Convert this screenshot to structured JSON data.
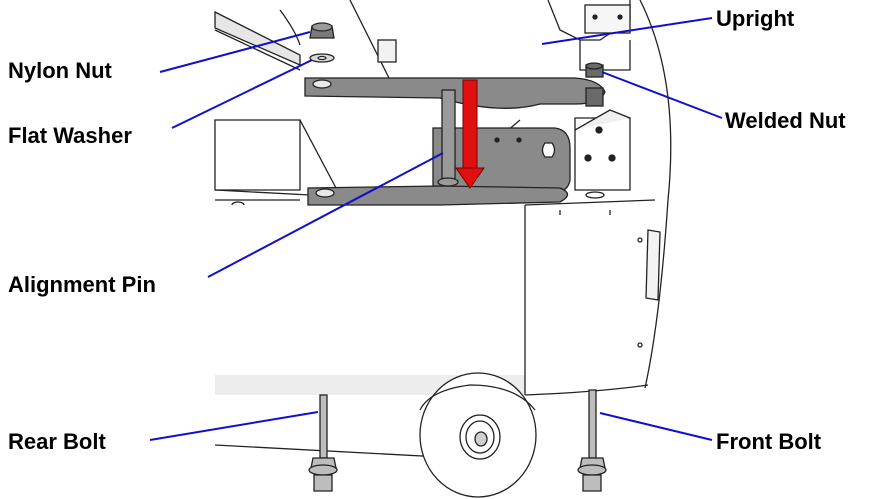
{
  "callouts": {
    "nylon_nut": "Nylon Nut",
    "flat_washer": "Flat Washer",
    "alignment_pin": "Alignment Pin",
    "rear_bolt": "Rear Bolt",
    "upright": "Upright",
    "welded_nut": "Welded Nut",
    "front_bolt": "Front Bolt"
  },
  "colors": {
    "leader_line": "#1010cc",
    "arrow": "#e01010",
    "bracket": "#8a8a8a",
    "outline": "#222222",
    "panel_shade": "#ededed"
  }
}
